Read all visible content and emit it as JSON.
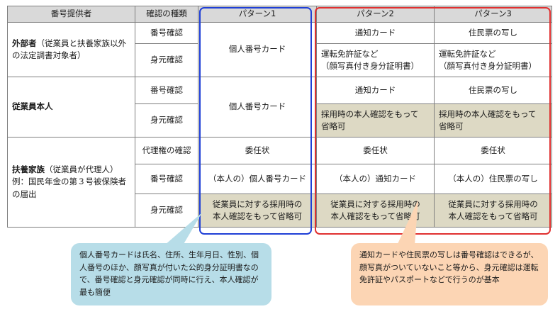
{
  "header": {
    "provider": "番号提供者",
    "check_type": "確認の種類",
    "pattern1": "パターン1",
    "pattern2": "パターン2",
    "pattern3": "パターン3"
  },
  "external": {
    "name_bold": "外部者",
    "name_rest": "（従業員と扶養家族以外の法定調書対象者）",
    "number_check": "番号確認",
    "identity_check": "身元確認",
    "p1": "個人番号カード",
    "p2_number": "通知カード",
    "p3_number": "住民票の写し",
    "p2_identity_line1": "運転免許証など",
    "p2_identity_line2": "（顔写真付き身分証明書）",
    "p3_identity_line1": "運転免許証など",
    "p3_identity_line2": "（顔写真付き身分証明書）"
  },
  "employee": {
    "name_bold": "従業員本人",
    "number_check": "番号確認",
    "identity_check": "身元確認",
    "p1": "個人番号カード",
    "p2_number": "通知カード",
    "p3_number": "住民票の写し",
    "p2_identity_line1": "採用時の本人確認をもって",
    "p2_identity_line2": "省略可",
    "p3_identity_line1": "採用時の本人確認をもって",
    "p3_identity_line2": "省略可"
  },
  "dependent": {
    "name_bold": "扶養家族",
    "name_rest": "（従業員が代理人）",
    "example": "例：国民年金の第３号被保険者の届出",
    "proxy_check": "代理権の確認",
    "number_check": "番号確認",
    "identity_check": "身元確認",
    "p1_proxy": "委任状",
    "p2_proxy": "委任状",
    "p3_proxy": "委任状",
    "p1_number": "（本人の）個人番号カード",
    "p2_number": "（本人の）通知カード",
    "p3_number": "（本人の）住民票の写し",
    "p1_identity_line1": "従業員に対する採用時の",
    "p1_identity_line2": "本人確認をもって省略可",
    "p2_identity_line1": "従業員に対する採用時の",
    "p2_identity_line2": "本人確認をもって省略可",
    "p3_identity_line1": "従業員に対する採用時の",
    "p3_identity_line2": "本人確認をもって省略可"
  },
  "callouts": {
    "blue": "個人番号カードは氏名、住所、生年月日、性別、個人番号のほか、顔写真が付いた公的身分証明書なので、番号確認と身元確認が同時に行え、本人確認が最も簡便",
    "orange": "通知カードや住民票の写しは番号確認はできるが、顔写真がついていないこと等から、身元確認は運転免許証やパスポートなどで行うのが基本"
  },
  "colors": {
    "header_bg": "#d9d9d9",
    "beige_cell": "#ddd9c4",
    "blue_ring": "#1f3fd6",
    "red_ring": "#e03030",
    "callout_blue": "#b7dde8",
    "callout_orange": "#fcd5b4"
  }
}
